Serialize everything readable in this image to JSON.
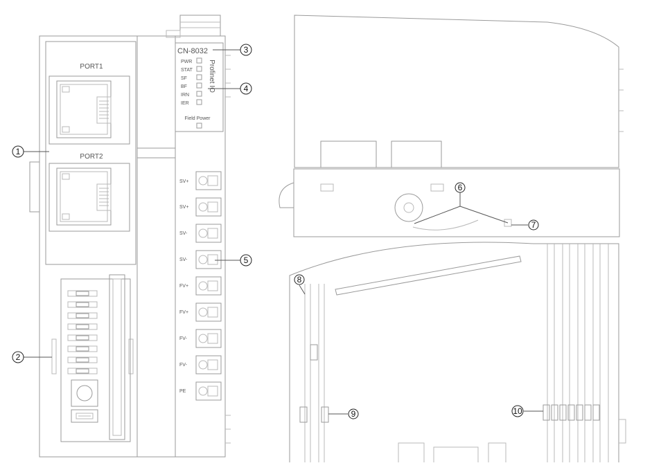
{
  "left_view": {
    "ports": [
      "PORT1",
      "PORT2"
    ],
    "model": "CN-8032",
    "protocol": "Profinet IO",
    "leds": [
      "PWR",
      "STAT",
      "SF",
      "BF",
      "IRN",
      "IER"
    ],
    "field_power": "Field Power",
    "terminals": [
      "SV+",
      "SV+",
      "SV-",
      "SV-",
      "FV+",
      "FV+",
      "FV-",
      "FV-",
      "PE"
    ]
  },
  "callouts": [
    "1",
    "2",
    "3",
    "4",
    "5",
    "6",
    "7",
    "8",
    "9",
    "10"
  ]
}
